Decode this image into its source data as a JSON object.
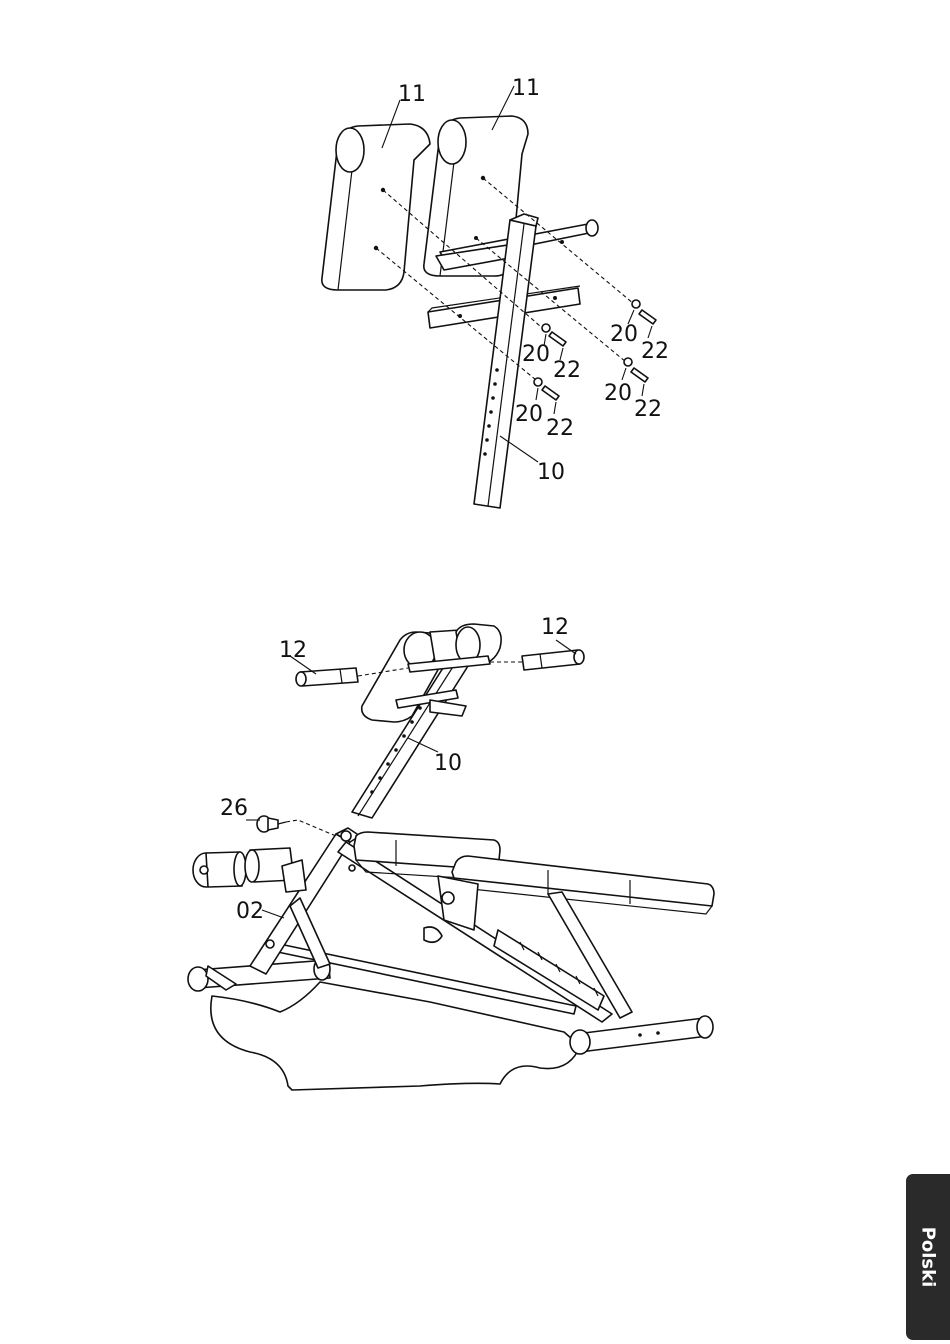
{
  "callouts": {
    "top": {
      "pad_left": "11",
      "pad_right": "11",
      "washer_a": "20",
      "bolt_a": "22",
      "washer_b": "20",
      "bolt_b": "22",
      "washer_c": "20",
      "bolt_c": "22",
      "washer_d": "20",
      "bolt_d": "22",
      "tube": "10"
    },
    "bottom": {
      "axle_left": "12",
      "axle_right": "12",
      "tube": "10",
      "knob": "26",
      "frame": "02"
    }
  },
  "language_tab": {
    "label": "Polski"
  }
}
